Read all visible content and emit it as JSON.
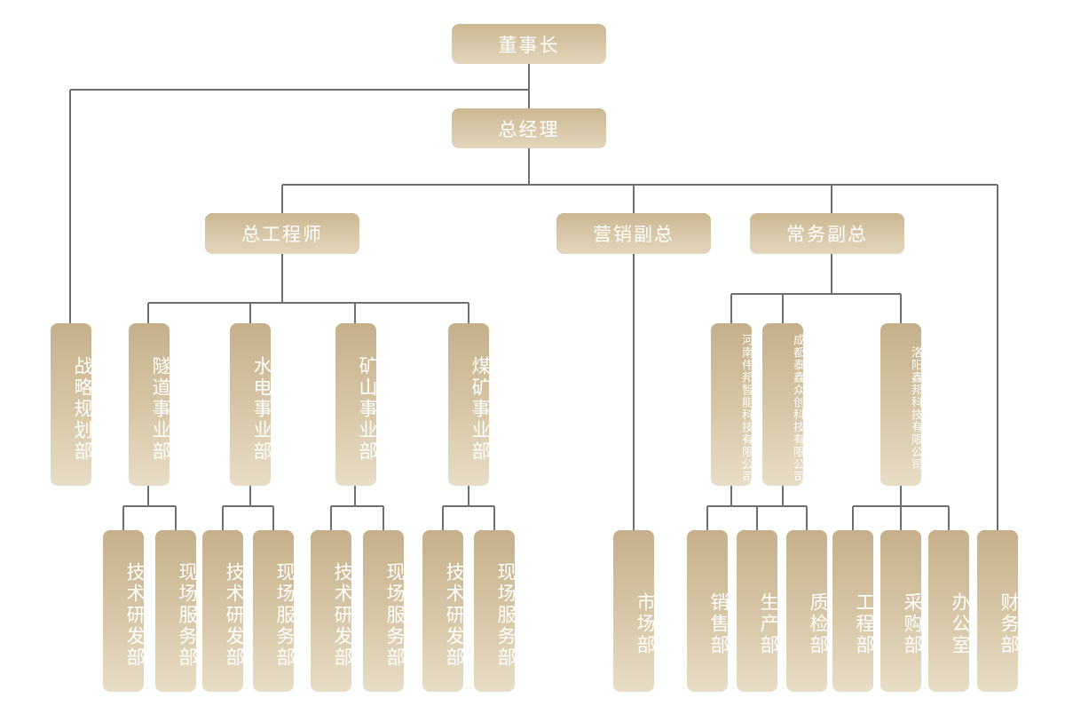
{
  "org": {
    "chairman": "董事长",
    "gm": "总经理",
    "chief_engineer": "总工程师",
    "marketing_vp": "营销副总",
    "executive_vp": "常务副总",
    "strategy": "战略规划部",
    "tunnel": "隧道事业部",
    "hydro": "水电事业部",
    "mine": "矿山事业部",
    "coal": "煤矿事业部",
    "rd": "技术研发部",
    "field": "现场服务部",
    "market": "市场部",
    "henan": "河南伟邦智能科技有限公司",
    "chengdu": "成都泰鑫众创科技有限公司",
    "luoyang": "洛阳鑫邦科技有限公司",
    "sales": "销售部",
    "production": "生产部",
    "qc": "质检部",
    "engineering": "工程部",
    "purchasing": "采购部",
    "office": "办公室",
    "finance": "财务部"
  },
  "colors": {
    "box_top": "#c5b08a",
    "box_bottom": "#e8ddc6",
    "connector": "#6f6f6f",
    "text": "#ffffff"
  }
}
